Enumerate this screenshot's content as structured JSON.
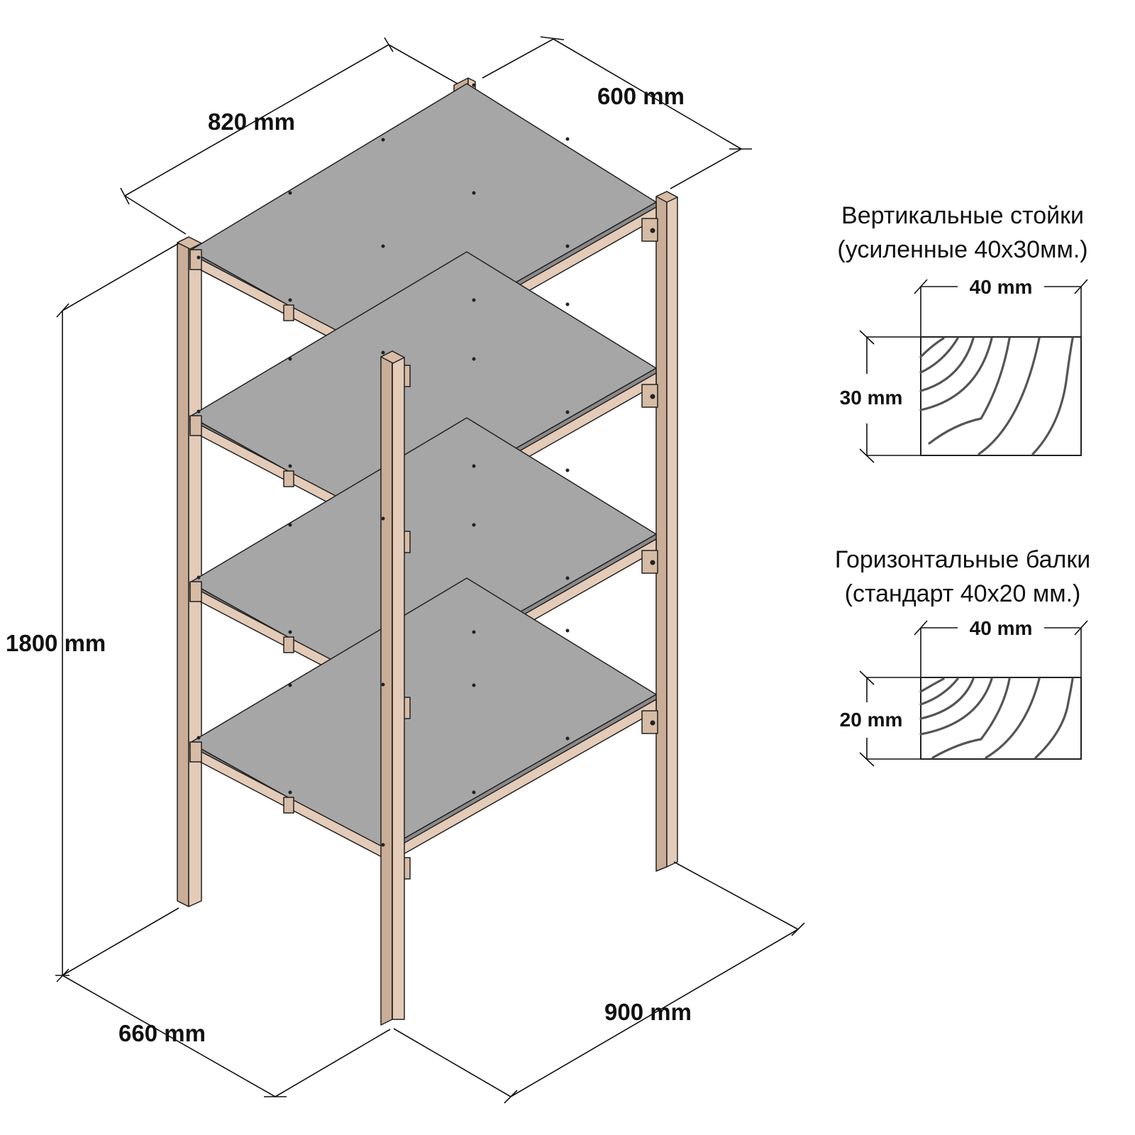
{
  "dimensions": {
    "top_length": "820 mm",
    "top_depth": "600 mm",
    "height": "1800 mm",
    "bottom_depth": "660 mm",
    "bottom_length": "900 mm"
  },
  "sections": {
    "vertical": {
      "title": "Вертикальные стойки",
      "subtitle": "(усиленные 40х30мм.)",
      "width_label": "40 mm",
      "height_label": "30 mm"
    },
    "horizontal": {
      "title": "Горизонтальные балки",
      "subtitle": "(стандарт 40х20 мм.)",
      "width_label": "40 mm",
      "height_label": "20 mm"
    }
  },
  "colors": {
    "wood": "#e3cbb8",
    "wood_dark": "#c9ad97",
    "shelf": "#a6a6a6",
    "line": "#111111"
  }
}
